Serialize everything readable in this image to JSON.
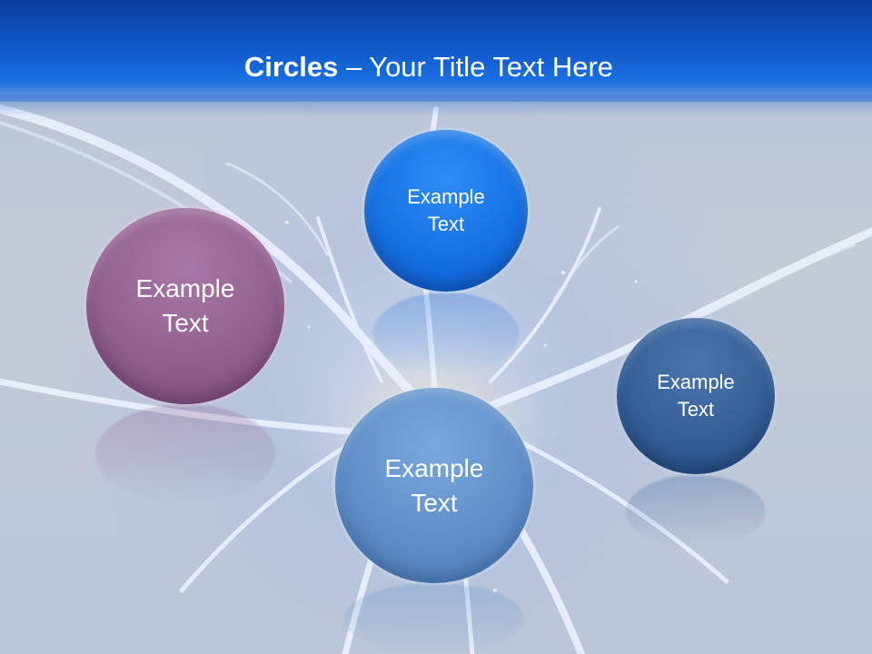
{
  "slide": {
    "title_bold": "Circles",
    "title_rest": " – Your Title Text Here"
  },
  "circles": [
    {
      "line1": "Example",
      "line2": "Text",
      "color": "#93618f"
    },
    {
      "line1": "Example",
      "line2": "Text",
      "color": "#1672e4"
    },
    {
      "line1": "Example",
      "line2": "Text",
      "color": "#5f8fc9"
    },
    {
      "line1": "Example",
      "line2": "Text",
      "color": "#345f97"
    }
  ],
  "colors": {
    "header": "#0f57c7",
    "background": "#c4cbd8"
  }
}
